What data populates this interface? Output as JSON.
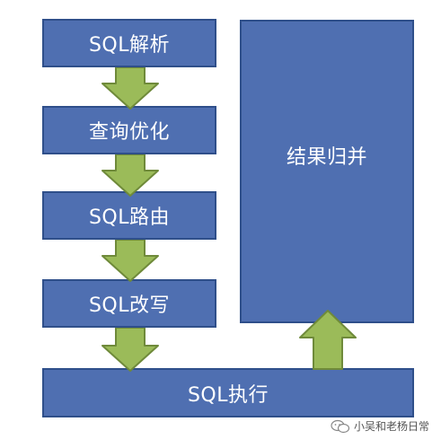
{
  "diagram": {
    "steps": {
      "parse": "SQL解析",
      "optimize": "查询优化",
      "route": "SQL路由",
      "rewrite": "SQL改写",
      "execute": "SQL执行",
      "merge": "结果归并"
    }
  },
  "watermark": {
    "text": "小吴和老杨日常",
    "icon": "wechat-icon"
  },
  "colors": {
    "box_fill": "#4f6fb1",
    "box_border": "#2f4f8a",
    "arrow_fill": "#9bbb59",
    "arrow_border": "#6f8a3a",
    "text": "#ffffff"
  }
}
